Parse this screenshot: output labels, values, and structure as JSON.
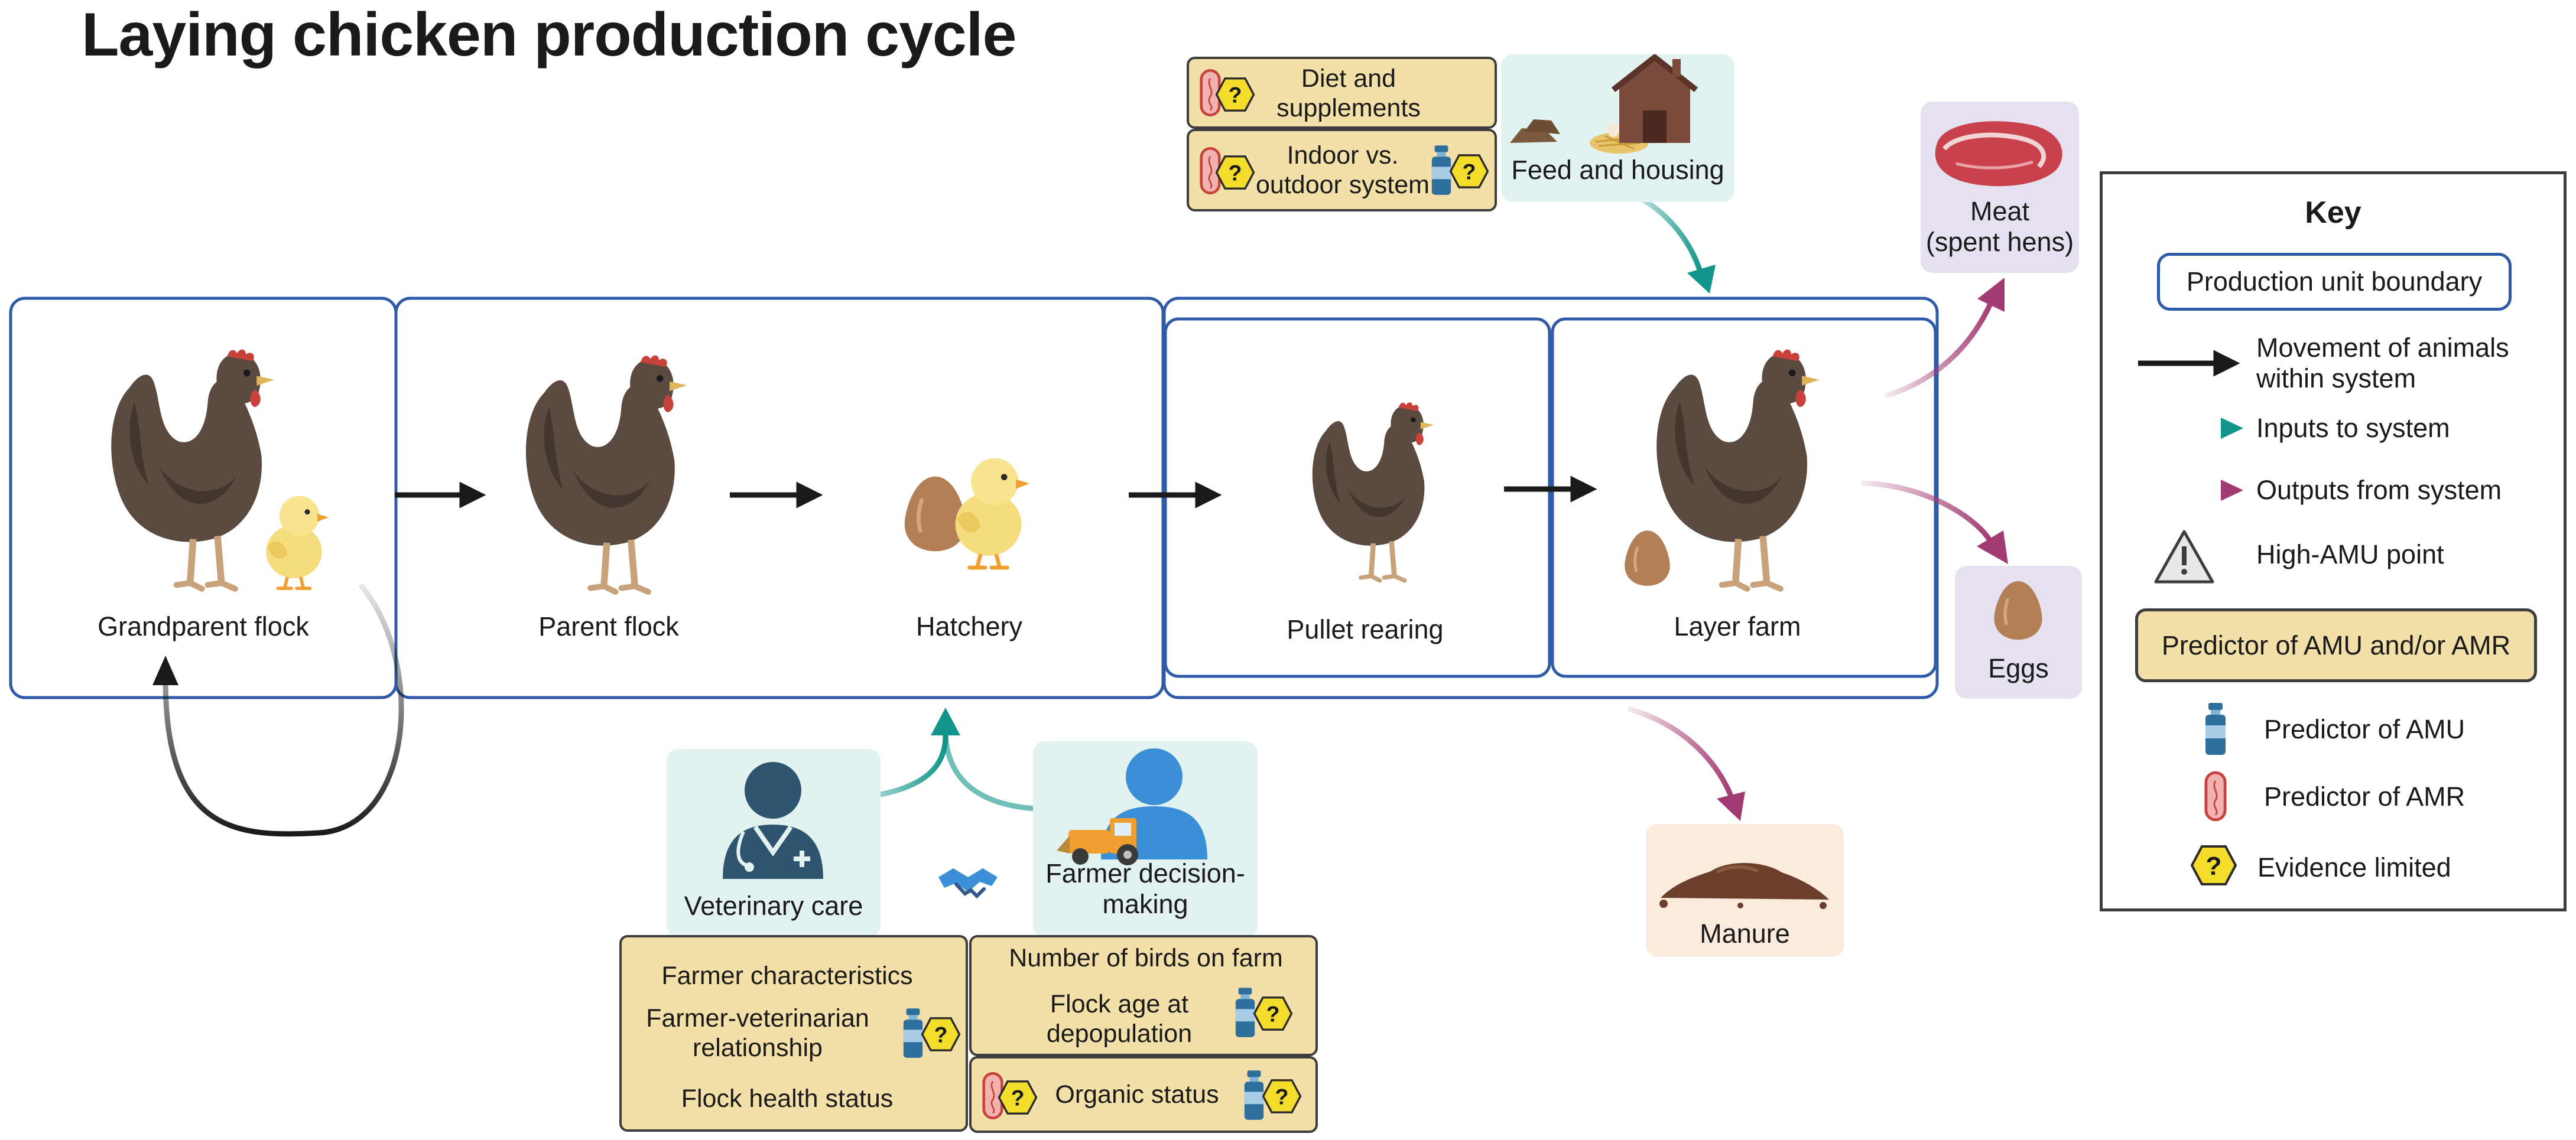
{
  "title": "Laying chicken production cycle",
  "stages": {
    "grandparent": "Grandparent flock",
    "parent": "Parent flock",
    "hatchery": "Hatchery",
    "pullet": "Pullet rearing",
    "layer": "Layer farm"
  },
  "inputs": {
    "feed_housing": "Feed and housing",
    "vet_care": "Veterinary care",
    "farmer_decision_line1": "Farmer decision-",
    "farmer_decision_line2": "making"
  },
  "outputs": {
    "meat_line1": "Meat",
    "meat_line2": "(spent hens)",
    "eggs": "Eggs",
    "manure": "Manure"
  },
  "predictors": {
    "diet_line1": "Diet and",
    "diet_line2": "supplements",
    "indoor_line1": "Indoor vs.",
    "indoor_line2": "outdoor system",
    "farmer_characteristics": "Farmer characteristics",
    "fv_line1": "Farmer-veterinarian",
    "fv_line2": "relationship",
    "flock_health": "Flock health status",
    "num_birds": "Number of birds on farm",
    "flock_age_line1": "Flock age at",
    "flock_age_line2": "depopulation",
    "organic": "Organic status"
  },
  "key": {
    "title": "Key",
    "boundary": "Production unit boundary",
    "movement_line1": "Movement of animals",
    "movement_line2": "within system",
    "inputs": "Inputs to system",
    "outputs": "Outputs from system",
    "high_amu": "High-AMU point",
    "predictor": "Predictor of AMU and/or AMR",
    "pred_amu": "Predictor of AMU",
    "pred_amr": "Predictor of AMR",
    "evidence": "Evidence limited"
  },
  "icons": {
    "hen": "hen-icon",
    "chick": "chick-icon",
    "egg": "egg-icon",
    "vial": "vial-icon",
    "capsule": "capsule-icon",
    "evidence": "question-hexagon-icon",
    "warning": "warning-triangle-icon",
    "handshake": "handshake-icon",
    "doctor": "veterinarian-icon",
    "farmer": "farmer-icon",
    "meat": "meat-icon",
    "manure": "manure-icon",
    "house": "house-icon",
    "feed": "feed-icon"
  },
  "colors": {
    "boundary": "#2f5aa8",
    "movement": "#1a1a1a",
    "inputs": "#11958a",
    "outputs": "#a23b72",
    "predictor_fill": "#f3dfa8",
    "input_tint": "#e1f2f0",
    "output_tint": "#e5e1f1",
    "manure_tint": "#fbebdc",
    "vial": "#2e6f9e",
    "capsule": "#c9413b",
    "evidence": "#f4dc2a",
    "hen": "#5a4a40",
    "chick": "#f5dc7d"
  }
}
